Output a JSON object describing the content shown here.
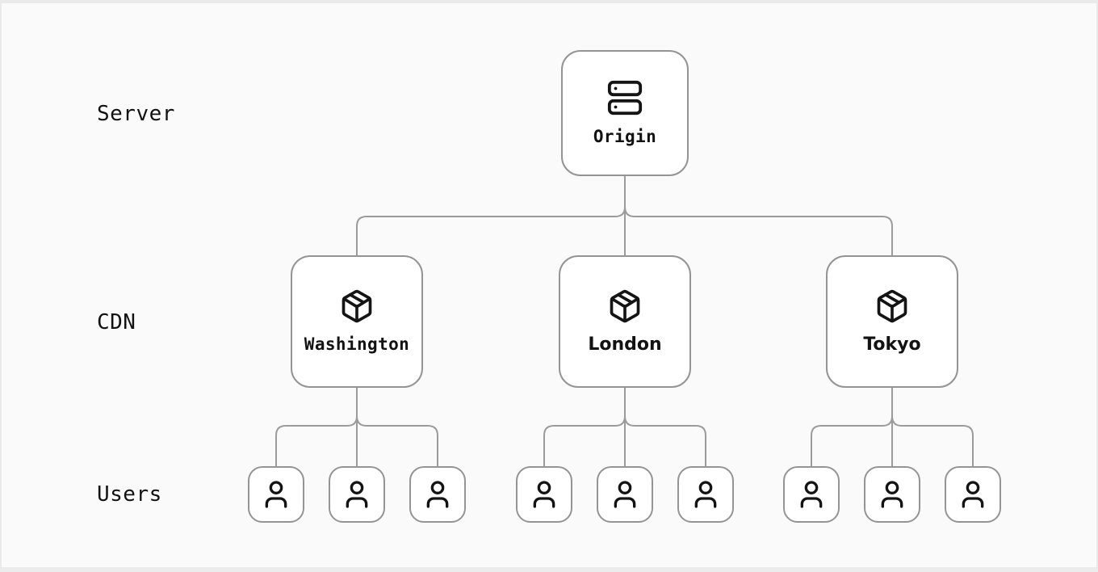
{
  "colors": {
    "background": "#fafafa",
    "frame": "#eaeaea",
    "node_fill": "#ffffff",
    "node_border": "#949494",
    "connector": "#9b9b9b",
    "text": "#121212"
  },
  "rows": [
    {
      "label": "Server"
    },
    {
      "label": "CDN"
    },
    {
      "label": "Users"
    }
  ],
  "diagram": {
    "origin": {
      "label": "Origin",
      "icon": "server-icon"
    },
    "cdn_nodes": [
      {
        "label": "Washington",
        "icon": "package-icon"
      },
      {
        "label": "London",
        "icon": "package-icon"
      },
      {
        "label": "Tokyo",
        "icon": "package-icon"
      }
    ],
    "user_groups": [
      {
        "parent": "Washington",
        "user_count": 3,
        "icon": "user-icon"
      },
      {
        "parent": "London",
        "user_count": 3,
        "icon": "user-icon"
      },
      {
        "parent": "Tokyo",
        "user_count": 3,
        "icon": "user-icon"
      }
    ]
  }
}
